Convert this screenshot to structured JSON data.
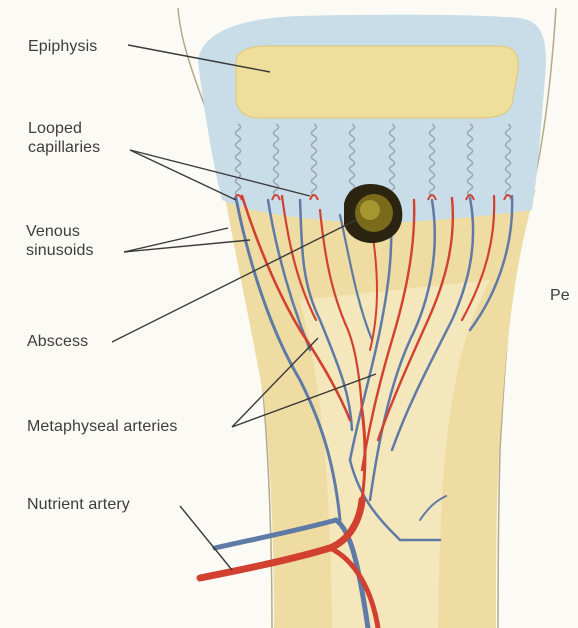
{
  "labels": {
    "epiphysis": "Epiphysis",
    "looped_capillaries": [
      "Looped",
      "capillaries"
    ],
    "venous_sinusoids": [
      "Venous",
      "sinusoids"
    ],
    "abscess": "Abscess",
    "metaphyseal_arteries": "Metaphyseal arteries",
    "nutrient_artery": "Nutrient artery",
    "edge_fragment": "Pe"
  },
  "colors": {
    "cartilage": "#c9dde9",
    "bone": "#efdca2",
    "epiphysis_center": "#efdf9c",
    "artery": "#d2412f",
    "vein": "#5f7aa6",
    "abscess": "#5a4a10",
    "leader": "#3a3a3a"
  }
}
